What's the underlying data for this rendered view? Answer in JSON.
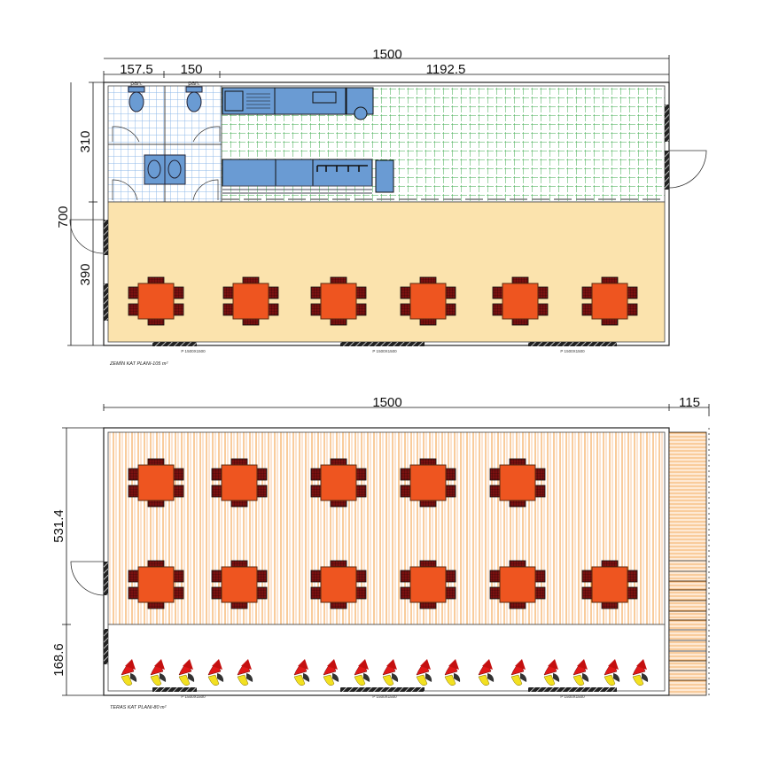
{
  "ground_floor": {
    "caption": "ZEMİN KAT PLANI-105 m²",
    "dims": {
      "total_width": "1500",
      "wc1_width": "157.5",
      "wc2_width": "150",
      "kitchen_width": "1192.5",
      "total_depth": "700",
      "kitchen_depth": "310",
      "dining_depth": "390"
    },
    "wc_labels": [
      "pan.",
      "pan."
    ],
    "window_labels": [
      "P 1500X1500",
      "P 1500X1500",
      "P 1500X1500"
    ],
    "table_count": 6
  },
  "terrace_floor": {
    "caption": "TERAS KAT PLANI-80 m²",
    "dims": {
      "total_width": "1500",
      "deck_width": "115",
      "seating_depth": "531.4",
      "planter_depth": "168.6"
    },
    "window_labels": [
      "P 1500X1500",
      "P 1500X1500",
      "P 1500X1500"
    ],
    "table_count": 11,
    "plant_count": 17
  },
  "colors": {
    "dining_floor": "#fbe3ad",
    "table": "#ee5520",
    "chair": "#7a1010",
    "equipment": "#6a9bd3",
    "kitchen_tile": "#3aa84a",
    "wc_tile": "#8fb8e8",
    "deck": "#f39a3a"
  }
}
